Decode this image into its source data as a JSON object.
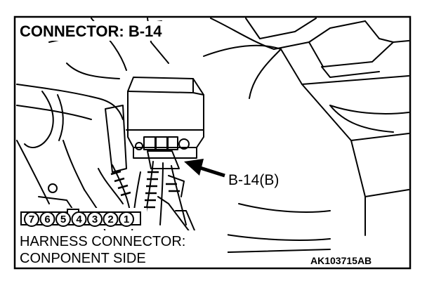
{
  "title": "CONNECTOR: B-14",
  "callout_label": "B-14(B)",
  "pin_numbers": [
    "7",
    "6",
    "5",
    "4",
    "3",
    "2",
    "1"
  ],
  "caption_line1": "HARNESS CONNECTOR:",
  "caption_line2": "CONPONENT SIDE",
  "figure_code": "AK103715AB",
  "colors": {
    "line": "#000000",
    "background": "#ffffff",
    "label_box": "#ffffff"
  }
}
